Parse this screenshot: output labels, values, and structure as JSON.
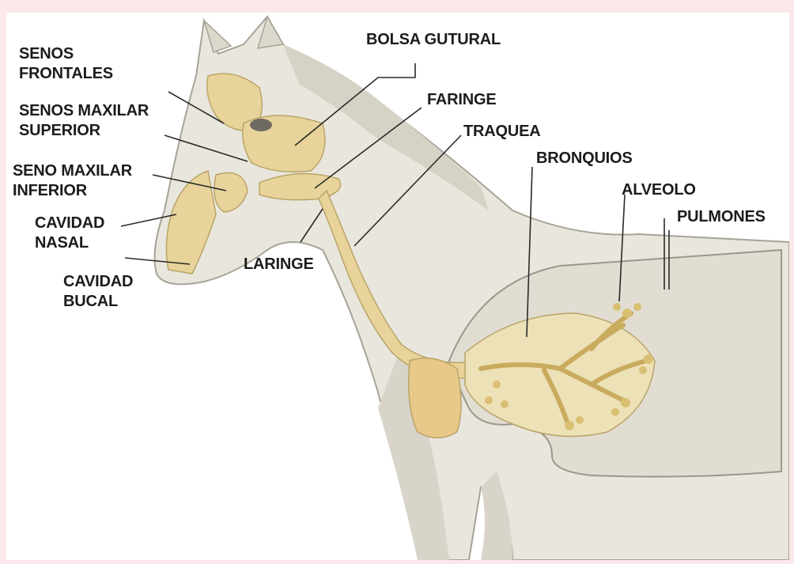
{
  "labels": {
    "senos_frontales": [
      "SENOS",
      "FRONTALES"
    ],
    "senos_maxilar_superior": [
      "SENOS MAXILAR",
      "SUPERIOR"
    ],
    "seno_maxilar_inferior": [
      "SENO MAXILAR",
      "INFERIOR"
    ],
    "cavidad_nasal": [
      "CAVIDAD",
      "NASAL"
    ],
    "cavidad_bucal": [
      "CAVIDAD",
      "BUCAL"
    ],
    "bolsa_gutural": "BOLSA GUTURAL",
    "faringe": "FARINGE",
    "traquea": "TRAQUEA",
    "bronquios": "BRONQUIOS",
    "alveolo": "ALVEOLO",
    "pulmones": "PULMONES",
    "laringe": "LARINGE"
  },
  "colors": {
    "background": "#fbe8ea",
    "horse_body": "#e9e6dd",
    "horse_shadow": "#cfcbbf",
    "respiratory_organs": "#e8d49a",
    "label_text": "#1c1c1c",
    "leader_lines": "#2a2a2a"
  }
}
